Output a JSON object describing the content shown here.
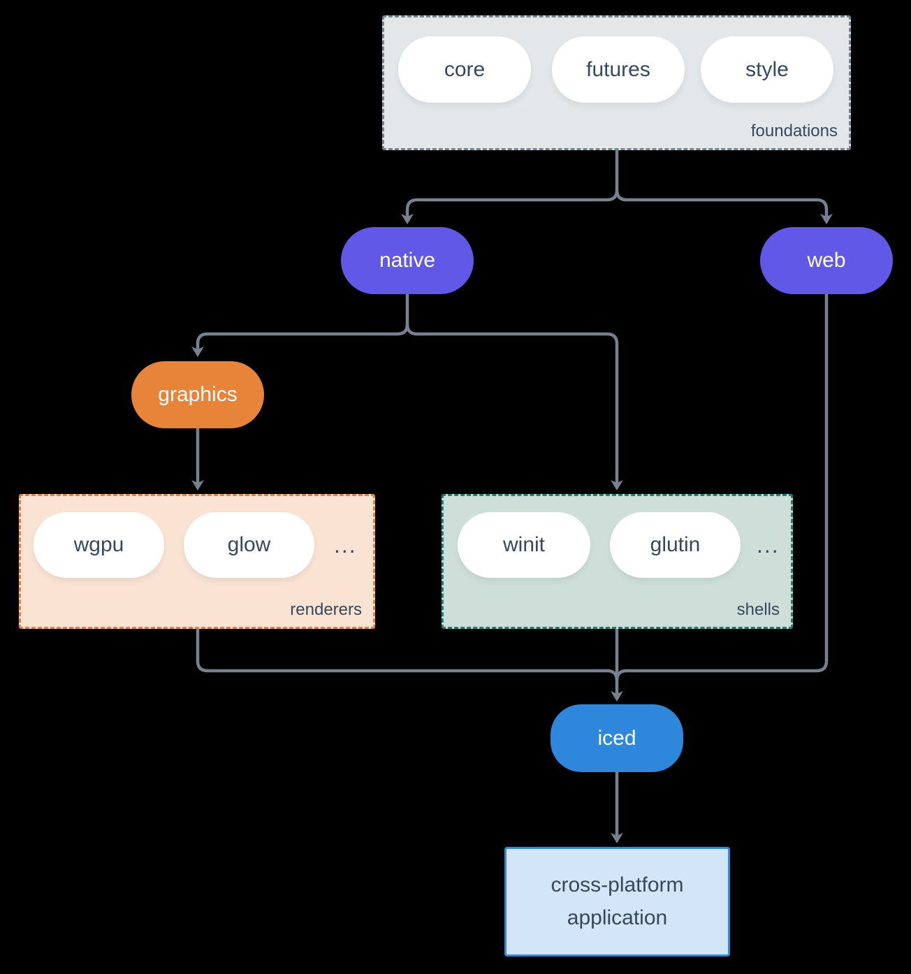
{
  "diagram": {
    "background": "#000000",
    "connector_color": "#76828F"
  },
  "foundations": {
    "label": "foundations",
    "fill": "#E3E7EA",
    "border_color": "#75848F",
    "items": [
      "core",
      "futures",
      "style"
    ]
  },
  "native": {
    "label": "native",
    "fill": "#6258E8"
  },
  "web": {
    "label": "web",
    "fill": "#6258E8"
  },
  "graphics": {
    "label": "graphics",
    "fill": "#E8833A"
  },
  "renderers": {
    "label": "renderers",
    "fill": "#FAE3D3",
    "border_color": "#E8833A",
    "items": [
      "wgpu",
      "glow"
    ],
    "ellipsis": "..."
  },
  "shells": {
    "label": "shells",
    "fill": "#CEDFD9",
    "border_color": "#1E8272",
    "items": [
      "winit",
      "glutin"
    ],
    "ellipsis": "..."
  },
  "iced": {
    "label": "iced",
    "fill": "#2E87DB"
  },
  "application": {
    "fill": "#D3E6F8",
    "border_color": "#3388D7",
    "label_lines": [
      "cross-platform",
      "application"
    ]
  }
}
